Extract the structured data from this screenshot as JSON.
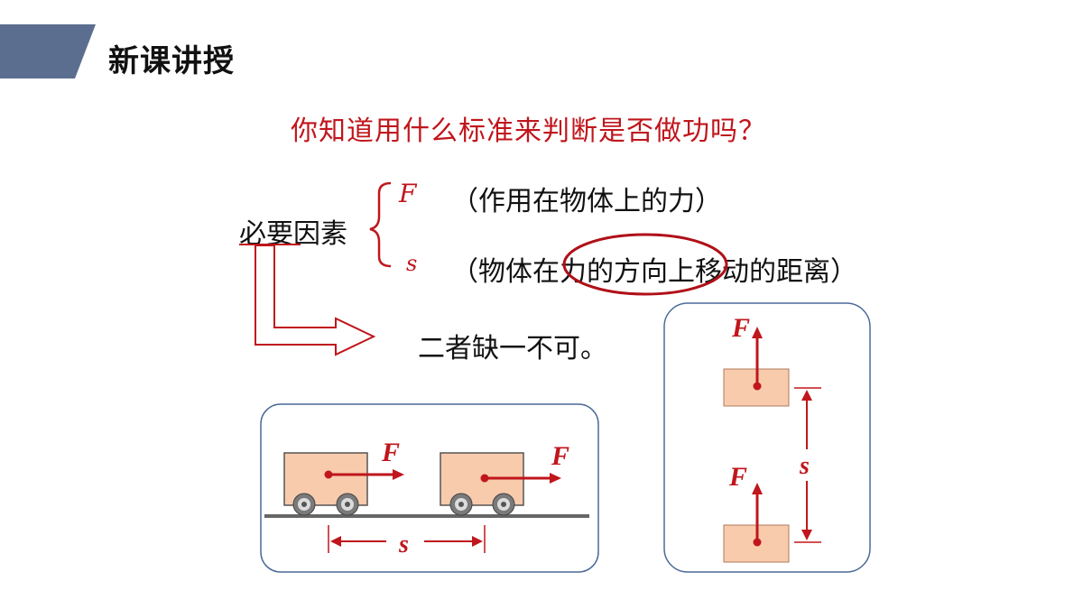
{
  "header": {
    "title": "新课讲授",
    "accent_color": "#5b6e90"
  },
  "question": "你知道用什么标准来判断是否做功吗？",
  "factors": {
    "label": "必要因素",
    "items": [
      {
        "letter": "F",
        "description": "（作用在物体上的力）"
      },
      {
        "letter": "s",
        "description": "（物体在力的方向上移动的距离）"
      }
    ]
  },
  "conclusion": "二者缺一不可。",
  "diagrams": {
    "horizontal": {
      "force_label_1": "F",
      "force_label_2": "F",
      "distance_label": "s"
    },
    "vertical": {
      "force_label_top": "F",
      "force_label_bottom": "F",
      "distance_label": "s"
    }
  },
  "colors": {
    "red": "#c0161c",
    "block_fill": "#f8cbad",
    "panel_border": "#4a6a98"
  }
}
